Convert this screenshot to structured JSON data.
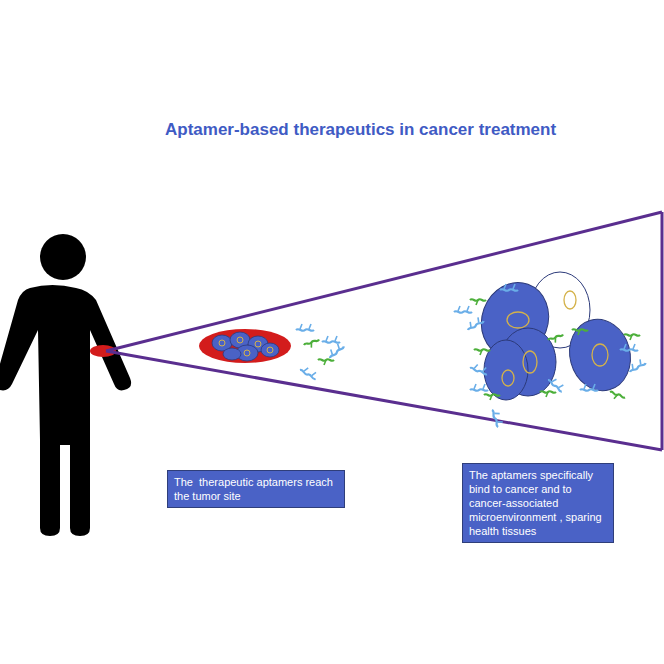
{
  "diagram": {
    "title": "Aptamer-based therapeutics in cancer treatment",
    "nodes": [
      {
        "text": [
          "The  therapeutic aptamers reach the tumor site"
        ]
      },
      {
        "text": [
          "The aptamers specifically bind to cancer and to cancer-associated microenvironment , sparing health tissues"
        ]
      }
    ]
  }
}
